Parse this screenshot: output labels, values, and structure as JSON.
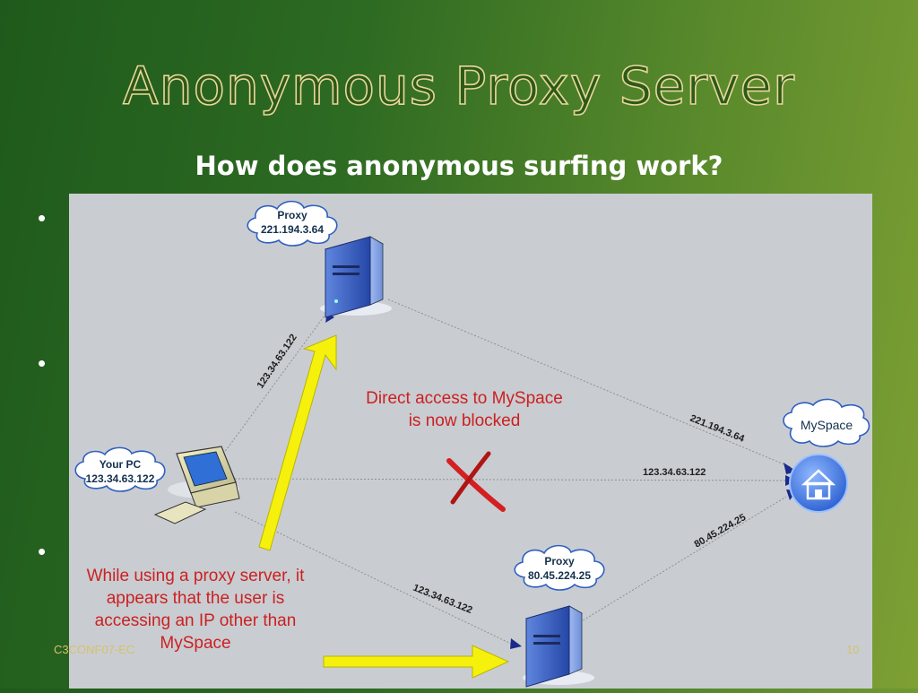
{
  "slide": {
    "title": "Anonymous Proxy Server",
    "subtitle": "How does anonymous surfing work?",
    "footer_left": "C3CONF07-EC",
    "footer_right": "10"
  },
  "diagram": {
    "proxy_top": {
      "label": "Proxy",
      "ip": "221.194.3.64"
    },
    "proxy_bottom": {
      "label": "Proxy",
      "ip": "80.45.224.25"
    },
    "pc": {
      "label": "Your PC",
      "ip": "123.34.63.122"
    },
    "site": {
      "label": "MySpace"
    },
    "links": {
      "pc_to_top": "123.34.63.122",
      "top_to_site": "221.194.3.64",
      "pc_to_site": "123.34.63.122",
      "bottom_to_site": "80.45.224.25",
      "pc_to_bottom": "123.34.63.122"
    },
    "blocked_note": [
      "Direct access to MySpace",
      "is now blocked"
    ],
    "explain_note": [
      "While using a proxy server, it",
      "appears that the user is",
      "accessing an IP other than",
      "MySpace"
    ],
    "colors": {
      "note_red": "#cc2020",
      "arrow_yellow": "#f6f10c",
      "server_blue": "#2f56b8"
    }
  }
}
